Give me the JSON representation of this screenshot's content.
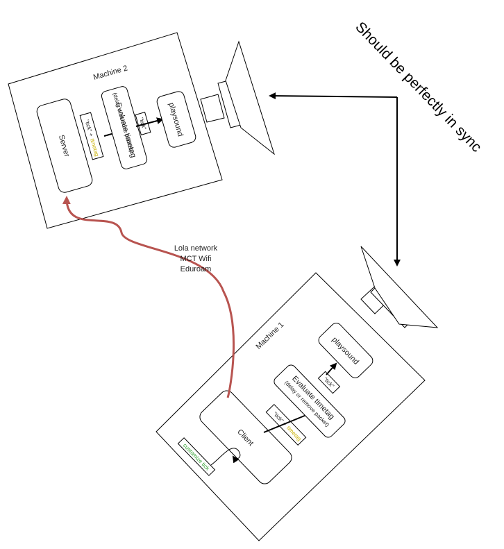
{
  "annotation": "Should be perfectly in sync",
  "network_label": [
    "Lola network",
    "MCT Wifi",
    "Eduroam"
  ],
  "machine2": {
    "title": "Machine 2",
    "server_label": "Server",
    "packet_tick": "\"tick\" +",
    "packet_timetag": "timetag",
    "evaluate_title": "Evaluate timetag",
    "evaluate_sub": "(delay or remove packet)",
    "packet_tick_only": "\"tick\"",
    "playsound_label": "playsound"
  },
  "machine1": {
    "title": "Machine 1",
    "client_label": "Client",
    "customize_label": "customize tick",
    "packet_tick": "\"tick\" +",
    "packet_timetag": "timetag",
    "evaluate_title": "Evaluate timetag",
    "evaluate_sub": "(delay or remove packet)",
    "packet_tick_only": "\"tick\"",
    "playsound_label": "playsound"
  },
  "colors": {
    "network_link": "#b85450",
    "timetag_highlight": "#f5e000",
    "customize_fill": "#2e9e2e",
    "stroke": "#000000"
  }
}
